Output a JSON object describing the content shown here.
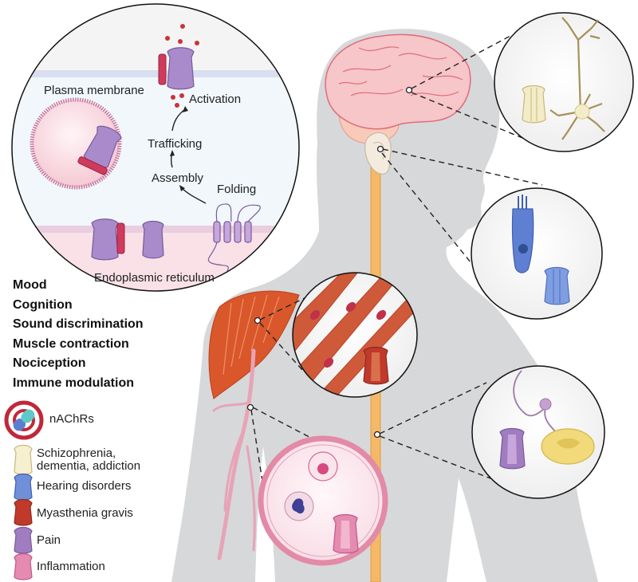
{
  "cell_inset": {
    "labels": {
      "plasma_membrane": "Plasma membrane",
      "activation": "Activation",
      "trafficking": "Trafficking",
      "assembly": "Assembly",
      "folding": "Folding",
      "er": "Endoplasmic reticulum"
    }
  },
  "functions": [
    "Mood",
    "Cognition",
    "Sound discrimination",
    "Muscle contraction",
    "Nociception",
    "Immune modulation"
  ],
  "legend": {
    "drug_label": "nAChRs",
    "items": [
      {
        "label_line1": "Schizophrenia,",
        "label_line2": "dementia, addiction",
        "color": "#f3ecc8"
      },
      {
        "label_line1": "Hearing disorders",
        "label_line2": "",
        "color": "#6f8fd8"
      },
      {
        "label_line1": "Myasthenia gravis",
        "label_line2": "",
        "color": "#c0392b"
      },
      {
        "label_line1": "Pain",
        "label_line2": "",
        "color": "#a07cc0"
      },
      {
        "label_line1": "Inflammation",
        "label_line2": "",
        "color": "#e58ab0"
      }
    ]
  },
  "colors": {
    "silhouette": "#d7d8da",
    "brain": "#f6c6c8",
    "spinal": "#f4b867",
    "muscle": "#d9572b",
    "vessel": "#e7a4b6",
    "receptor_purple": "#a07cc0",
    "receptor_red_helix": "#cf3b5c"
  }
}
